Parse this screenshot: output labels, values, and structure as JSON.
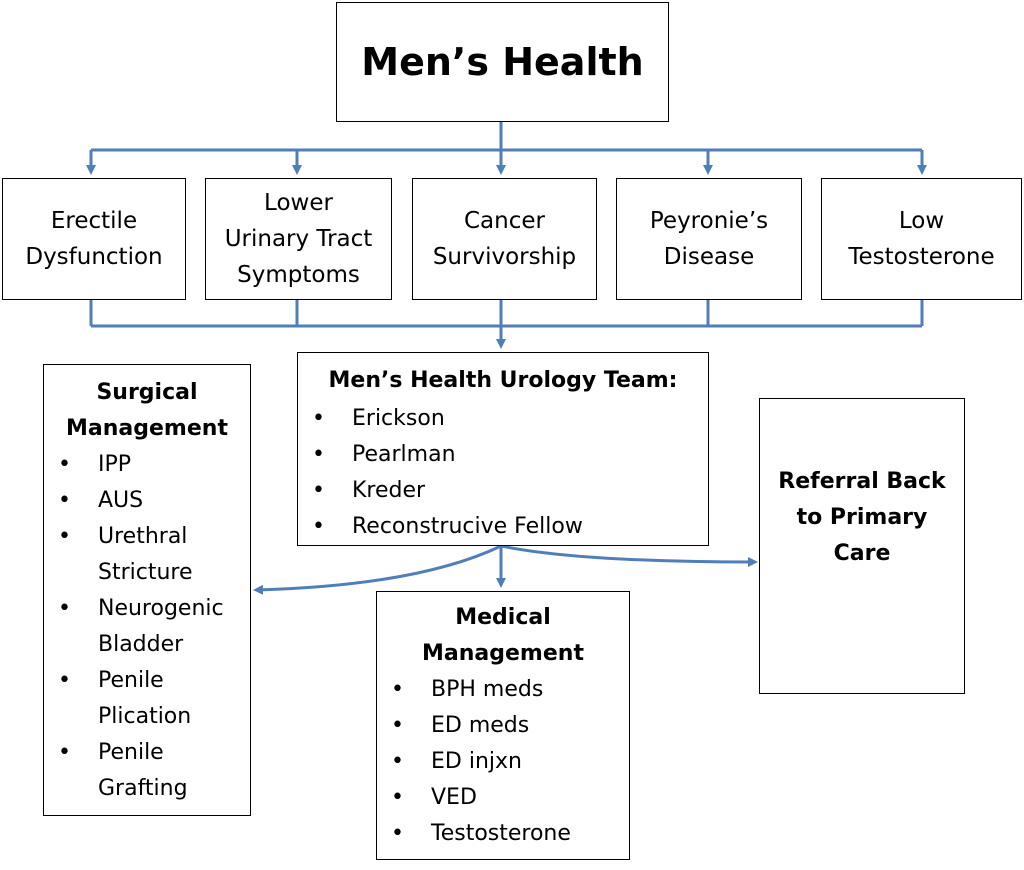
{
  "colors": {
    "connector": "#4f7fb9",
    "border": "#000000"
  },
  "title": "Men’s Health",
  "categories": [
    "Erectile\nDysfunction",
    "Lower\nUrinary Tract\nSymptoms",
    "Cancer\nSurvivorship",
    "Peyronie’s\nDisease",
    "Low\nTestosterone"
  ],
  "team": {
    "header": "Men’s Health Urology Team:",
    "members": [
      "Erickson",
      "Pearlman",
      "Kreder",
      "Reconstrucive Fellow"
    ]
  },
  "surgical": {
    "header": "Surgical\nManagement",
    "items": [
      "IPP",
      "AUS",
      "Urethral\nStricture",
      "Neurogenic\nBladder",
      "Penile\nPlication",
      "Penile\nGrafting"
    ]
  },
  "medical": {
    "header": "Medical\nManagement",
    "items": [
      "BPH meds",
      "ED meds",
      "ED injxn",
      "VED",
      "Testosterone"
    ]
  },
  "referral": "Referral Back\nto Primary\nCare"
}
